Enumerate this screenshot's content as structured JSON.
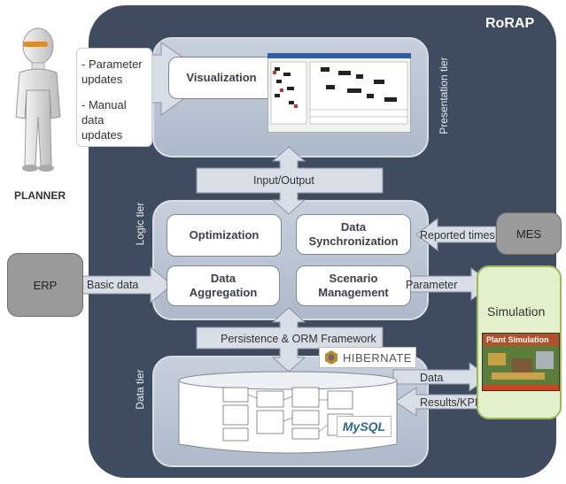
{
  "system_title": "RoRAP",
  "actor": {
    "label": "PLANNER"
  },
  "planner_inputs": [
    "- Parameter updates",
    "- Manual data updates"
  ],
  "tiers": {
    "presentation": "Presentation tier",
    "logic": "Logic tier",
    "data": "Data tier"
  },
  "components": {
    "visualization": "Visualization",
    "optimization": "Optimization",
    "data_synchronization": "Data Synchronization",
    "data_aggregation": "Data Aggregation",
    "scenario_management": "Scenario Management"
  },
  "connectors": {
    "input_output": "Input/Output",
    "persistence": "Persistence & ORM Framework"
  },
  "external": {
    "erp": "ERP",
    "mes": "MES",
    "simulation": "Simulation"
  },
  "flows": {
    "basic_data": "Basic data",
    "reported_times": "Reported times",
    "parameter": "Parameter",
    "data": "Data",
    "results_kpi": "Results/KPI"
  },
  "logos": {
    "hibernate": "HIBERNATE",
    "mysql": "MySQL",
    "plant_simulation": "Plant Simulation"
  },
  "colors": {
    "frame": "#3f4c60",
    "tier": "#bcc5d4",
    "arrow": "#d9dde5",
    "simulation_bg": "#e4efcc",
    "simulation_border": "#9bbb59",
    "gray_node": "#9a9a9a"
  }
}
